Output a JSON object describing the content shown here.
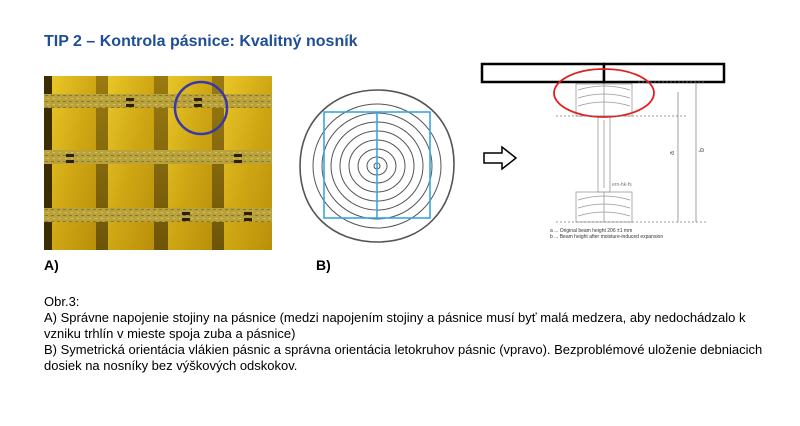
{
  "title": "TIP 2 – Kontrola pásnice: Kvalitný nosník",
  "labels": {
    "a": "A)",
    "b": "B)"
  },
  "beam_legend": {
    "dimension": "ern-hk-fs",
    "line_a": "a ... Original beam height 206 ±1 mm",
    "line_b": "b ... Beam height after moisture-induced expansion"
  },
  "caption": {
    "heading": "Obr.3:",
    "a": "A) Správne napojenie stojiny na pásnice (medzi napojením stojiny a pásnice musí byť malá medzera, aby nedochádzalo k vzniku trhlín v mieste spoja zuba a pásnice)",
    "b": "B) Symetrická orientácia vlákien pásnic a správna orientácia letokruhov pásnic (vpravo). Bezproblémové uloženie debniacich dosiek na nosníky bez výškových odskokov."
  },
  "colors": {
    "title": "#1f4e96",
    "wood": "#d8b51c",
    "highlight_circle": "#3838a8",
    "red_ellipse": "#e02020",
    "square": "#3aa6df"
  },
  "icons": {
    "arrow": "right-arrow-icon"
  }
}
